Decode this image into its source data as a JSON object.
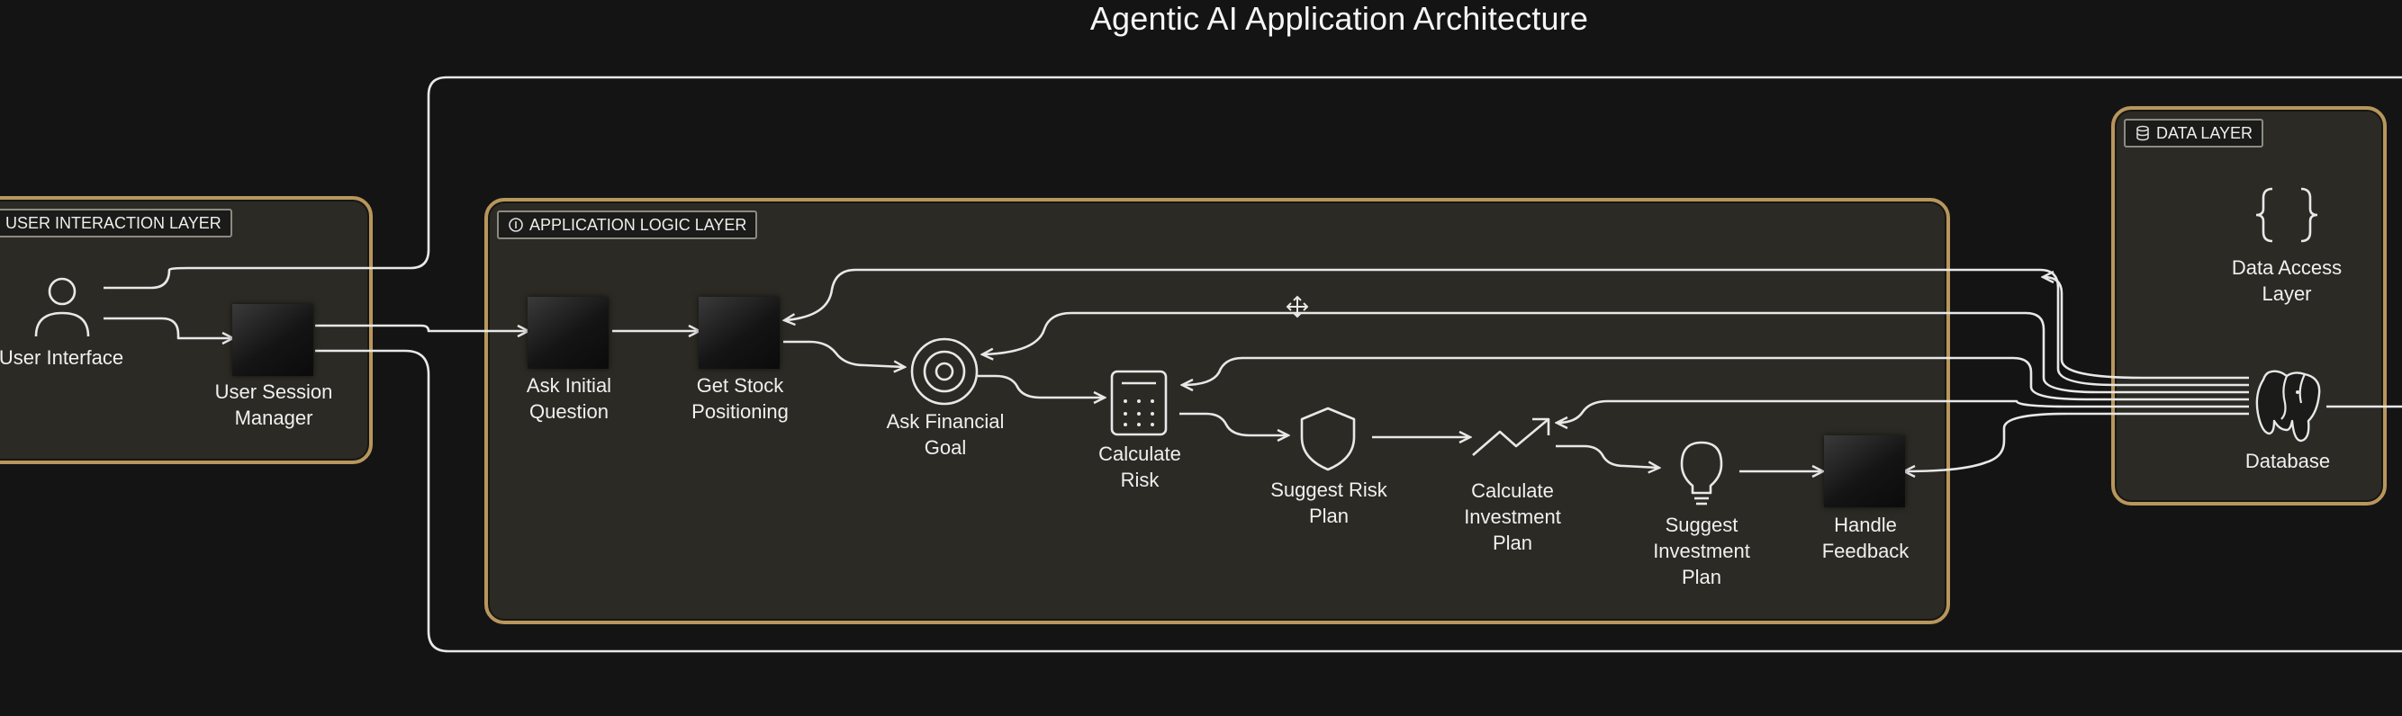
{
  "title": "Agentic AI Application Architecture",
  "layers": {
    "user": "USER INTERACTION LAYER",
    "app": "APPLICATION LOGIC LAYER",
    "data": "DATA LAYER"
  },
  "nodes": {
    "user_interface": "User Interface",
    "session_manager_1": "User Session",
    "session_manager_2": "Manager",
    "ask_initial_1": "Ask Initial",
    "ask_initial_2": "Question",
    "stock_1": "Get Stock",
    "stock_2": "Positioning",
    "goal_1": "Ask Financial",
    "goal_2": "Goal",
    "calc_risk_1": "Calculate",
    "calc_risk_2": "Risk",
    "suggest_risk_1": "Suggest Risk",
    "suggest_risk_2": "Plan",
    "calc_inv_1": "Calculate",
    "calc_inv_2": "Investment",
    "calc_inv_3": "Plan",
    "suggest_inv_1": "Suggest",
    "suggest_inv_2": "Investment",
    "suggest_inv_3": "Plan",
    "feedback_1": "Handle",
    "feedback_2": "Feedback",
    "dal_1": "Data Access",
    "dal_2": "Layer",
    "database": "Database"
  },
  "icons": {
    "user": "user-icon",
    "target": "target-icon",
    "calculator": "calculator-icon",
    "shield": "shield-icon",
    "trend": "trend-up-icon",
    "bulb": "lightbulb-icon",
    "braces": "braces-icon",
    "database": "postgres-elephant-icon",
    "move": "move-cursor-icon"
  },
  "colors": {
    "background": "#141414",
    "layer_border": "#b8965c",
    "layer_fill": "#2b2a24",
    "line": "#e8e8e8"
  }
}
